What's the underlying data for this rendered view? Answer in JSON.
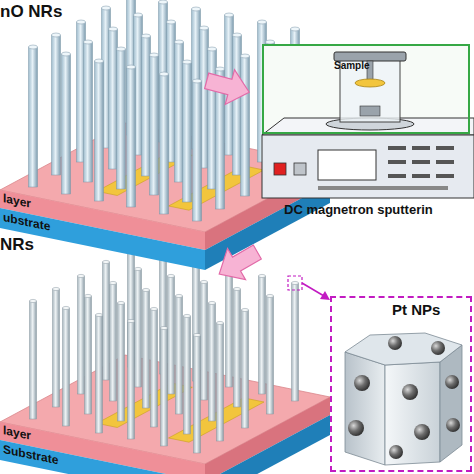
{
  "diagram": {
    "nodes": [
      {
        "text": [
          "layer"
        ]
      },
      {
        "text": [
          "ubstrate"
        ]
      },
      {
        "text": [
          "Sample"
        ]
      },
      {
        "text": [
          "layer"
        ]
      },
      {
        "text": [
          "Substrate"
        ]
      },
      {
        "text": [
          "Pt NPs"
        ]
      }
    ],
    "labels": [
      "nO NRs",
      "DC magnetron sputterin",
      "NRs"
    ]
  }
}
